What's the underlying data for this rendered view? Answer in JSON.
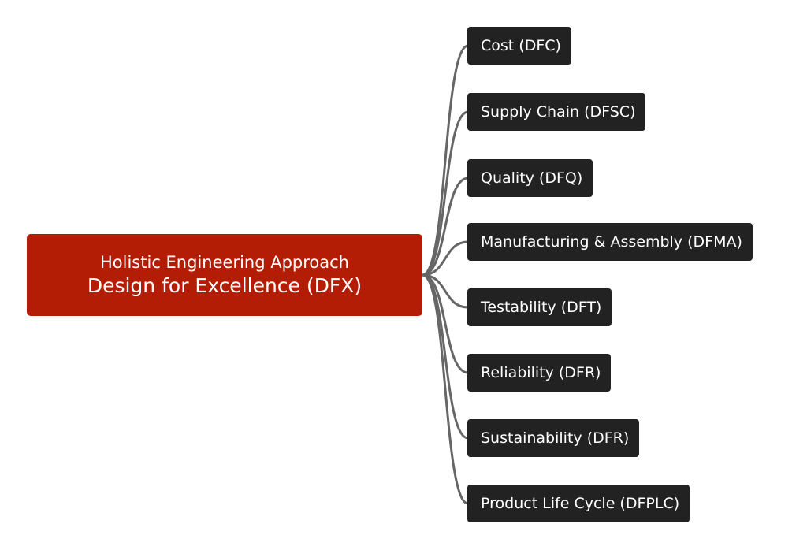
{
  "root": {
    "subtitle": "Holistic Engineering Approach",
    "title": "Design for Excellence (DFX)"
  },
  "branches": [
    {
      "label": "Cost (DFC)"
    },
    {
      "label": "Supply Chain (DFSC)"
    },
    {
      "label": "Quality (DFQ)"
    },
    {
      "label": "Manufacturing & Assembly (DFMA)"
    },
    {
      "label": "Testability (DFT)"
    },
    {
      "label": "Reliability (DFR)"
    },
    {
      "label": "Sustainability (DFR)"
    },
    {
      "label": "Product Life Cycle (DFPLC)"
    }
  ],
  "colors": {
    "root_fill": "#b31d05",
    "branch_fill": "#222222",
    "connector": "#666666",
    "text": "#ffffff"
  }
}
